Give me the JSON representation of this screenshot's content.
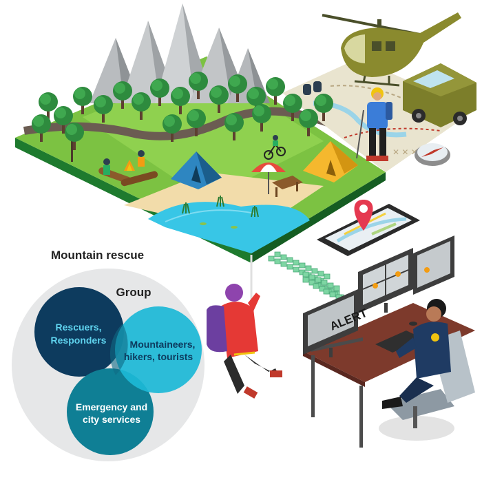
{
  "title": "Mountain rescue",
  "group_label": "Group",
  "circles": {
    "rescuers": {
      "line1": "Rescuers,",
      "line2": "Responders"
    },
    "mountaineers": {
      "line1": "Mountaineers,",
      "line2": "hikers, tourists"
    },
    "emergency": {
      "line1": "Emergency and",
      "line2": "city services"
    }
  },
  "alert_text": "ALERT",
  "icons": [
    "mountain-icon",
    "tree-icon",
    "tent-icon",
    "helicopter-icon",
    "jeep-icon",
    "compass-icon",
    "hiker-icon",
    "climber-icon",
    "smartphone-icon",
    "map-pin-icon",
    "monitor-icon",
    "operator-icon",
    "campfire-icon",
    "bicycle-icon",
    "umbrella-icon"
  ],
  "colors": {
    "outer_circle": "#e6e7e8",
    "rescuers": "#0d3b5e",
    "mountaineers": "#1cb8d6",
    "emergency": "#0f7f95",
    "title_text": "#222222"
  }
}
